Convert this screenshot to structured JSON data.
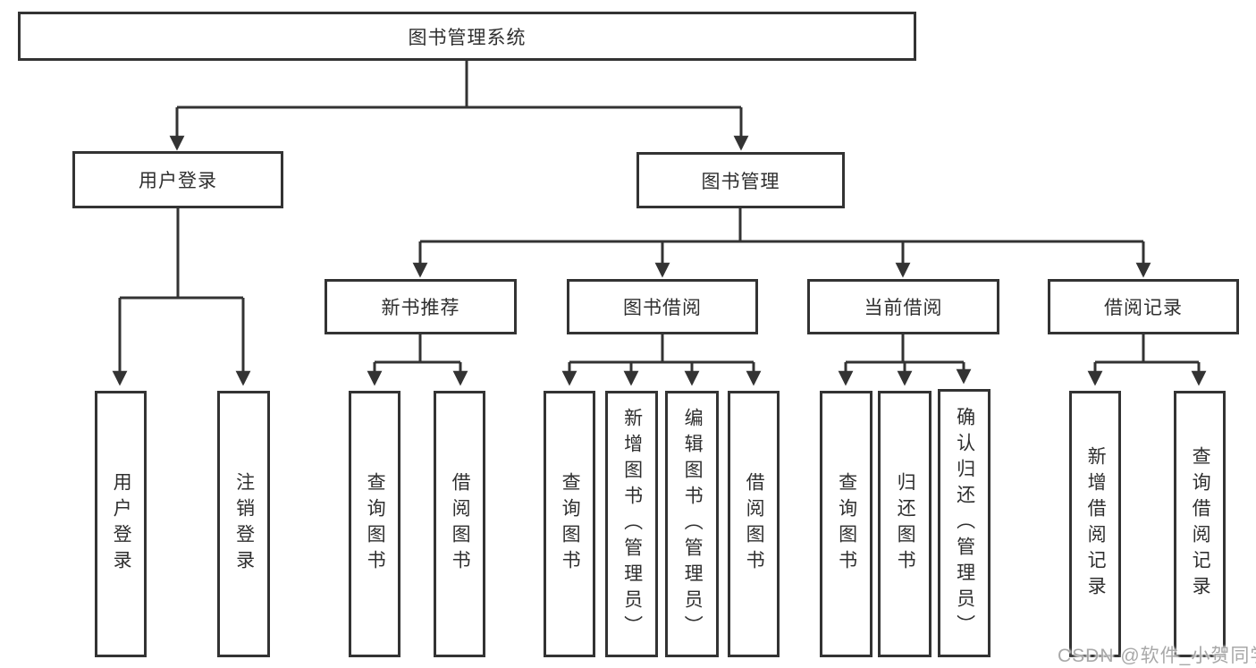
{
  "colors": {
    "line": "#333333",
    "box_border": "#333333",
    "text": "#2f2f2f",
    "background": "#ffffff",
    "watermark": "#a8a8a8"
  },
  "tree": {
    "root": "图书管理系统",
    "branches": [
      {
        "label": "用户登录",
        "leaves": [
          "用户登录",
          "注销登录"
        ]
      },
      {
        "label": "图书管理",
        "sub_branches": [
          {
            "label": "新书推荐",
            "leaves": [
              "查询图书",
              "借阅图书"
            ]
          },
          {
            "label": "图书借阅",
            "leaves": [
              "查询图书",
              "新增图书（管理员）",
              "编辑图书（管理员）",
              "借阅图书"
            ]
          },
          {
            "label": "当前借阅",
            "leaves": [
              "查询图书",
              "归还图书",
              "确认归还（管理员）"
            ]
          },
          {
            "label": "借阅记录",
            "leaves": [
              "新增借阅记录",
              "查询借阅记录"
            ]
          }
        ]
      }
    ]
  },
  "watermark": "CSDN @软件_小贺同学"
}
